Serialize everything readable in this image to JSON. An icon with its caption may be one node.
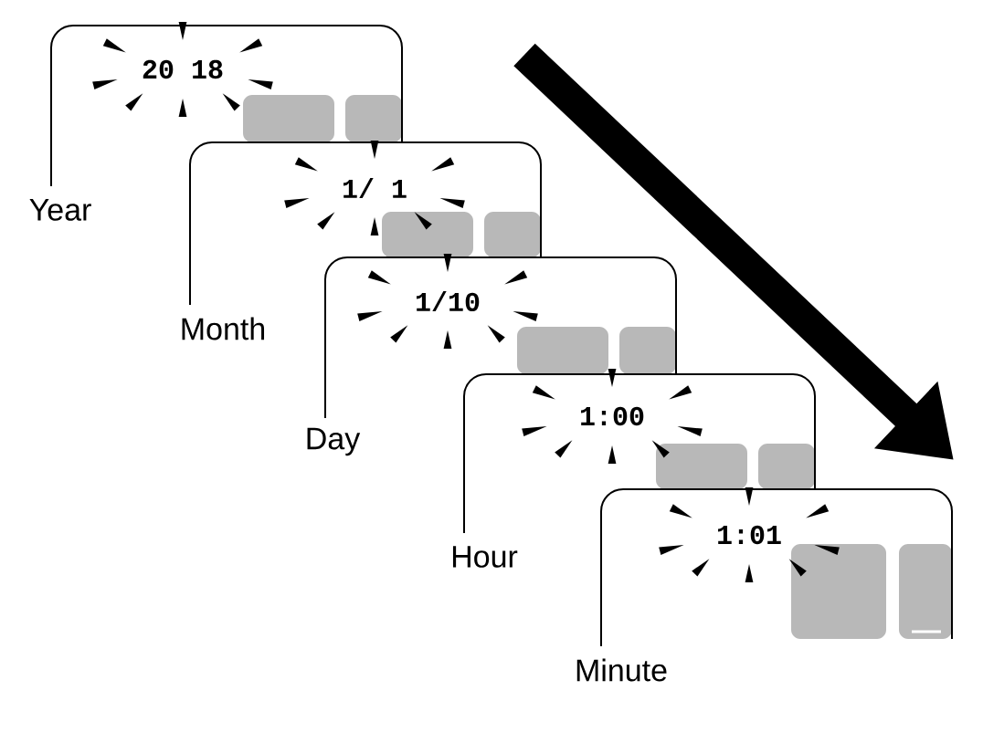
{
  "diagram": {
    "nodes": [
      {
        "text": [
          "20 18"
        ],
        "beside": [
          "Year"
        ]
      },
      {
        "text": [
          "1/ 1"
        ],
        "beside": [
          "Month"
        ]
      },
      {
        "text": [
          "1/10"
        ],
        "beside": [
          "Day"
        ]
      },
      {
        "text": [
          "1:00"
        ],
        "beside": [
          "Hour"
        ]
      },
      {
        "text": [
          "1:01"
        ],
        "beside": [
          "Minute"
        ]
      }
    ]
  }
}
